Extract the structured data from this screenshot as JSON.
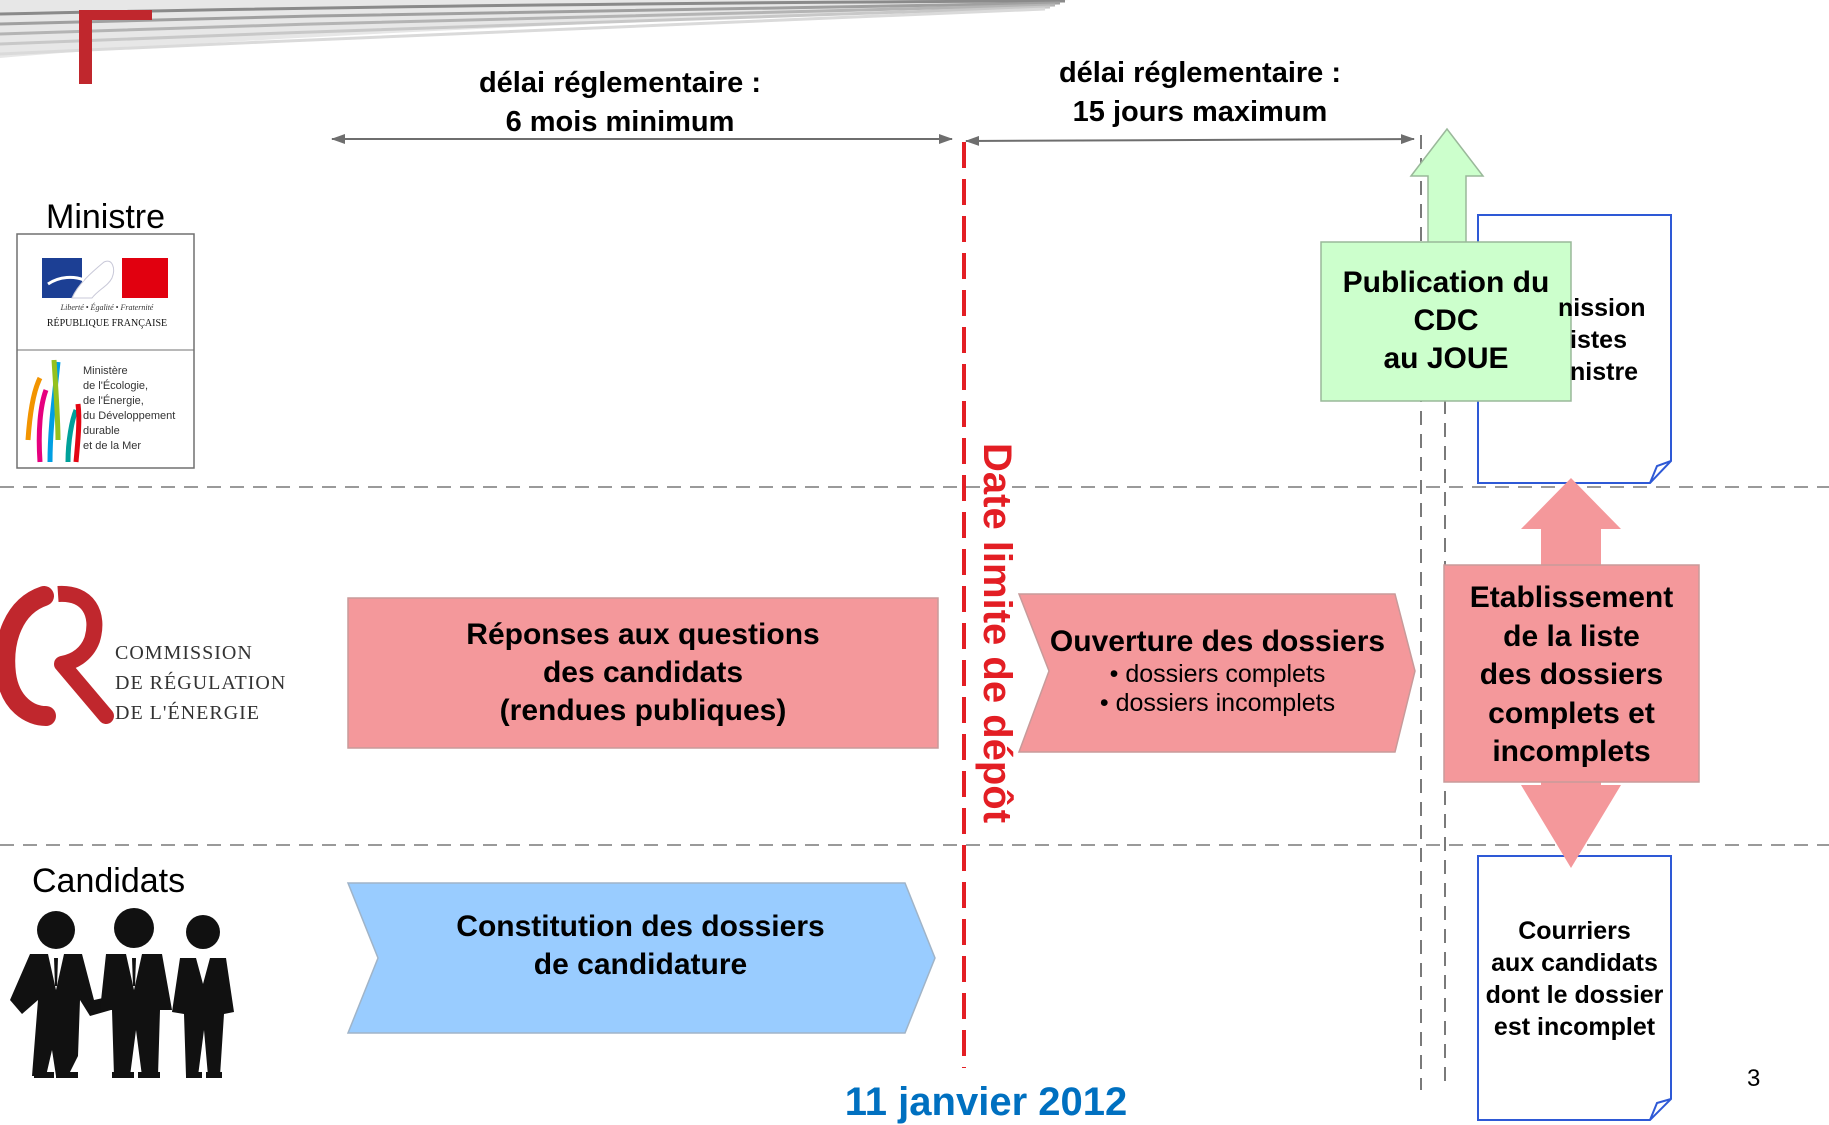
{
  "header": {
    "delay_left": [
      "délai réglementaire :",
      "6 mois minimum"
    ],
    "delay_right": [
      "délai réglementaire :",
      "15 jours maximum"
    ]
  },
  "rows": {
    "ministre_label": "Ministre",
    "candidats_label": "Candidats"
  },
  "logos": {
    "ministry_motto": "Liberté • Égalité • Fraternité",
    "ministry_republic": "RÉPUBLIQUE FRANÇAISE",
    "ministry_name": [
      "Ministère",
      "de l'Écologie,",
      "de l'Énergie,",
      "du Développement",
      "durable",
      "et de la Mer"
    ],
    "cre_name": [
      "COMMISSION",
      "DE RÉGULATION",
      "DE L'ÉNERGIE"
    ]
  },
  "deadline": {
    "label": "Date limite de dépôt",
    "date": "11 janvier 2012",
    "color": "#e31e24",
    "date_color": "#0070c0"
  },
  "boxes": {
    "reponses": [
      "Réponses aux questions",
      "des candidats",
      "(rendues publiques)"
    ],
    "constitution": [
      "Constitution des dossiers",
      "de candidature"
    ],
    "ouverture_title": "Ouverture des dossiers",
    "ouverture_items": [
      "dossiers complets",
      "dossiers incomplets"
    ],
    "etablissement": [
      "Etablissement",
      "de la liste",
      "des dossiers",
      "complets et",
      "incomplets"
    ],
    "publication": [
      "Publication du",
      "CDC",
      "au JOUE"
    ],
    "transmission_visible": [
      "nission",
      "istes",
      "nistre"
    ],
    "courriers": [
      "Courriers",
      "aux candidats",
      "dont le dossier",
      "est incomplet"
    ]
  },
  "colors": {
    "pink": "#f4989b",
    "blue": "#99ccff",
    "green": "#ccffcc",
    "brand_red": "#c0272d"
  },
  "page_number": "3"
}
